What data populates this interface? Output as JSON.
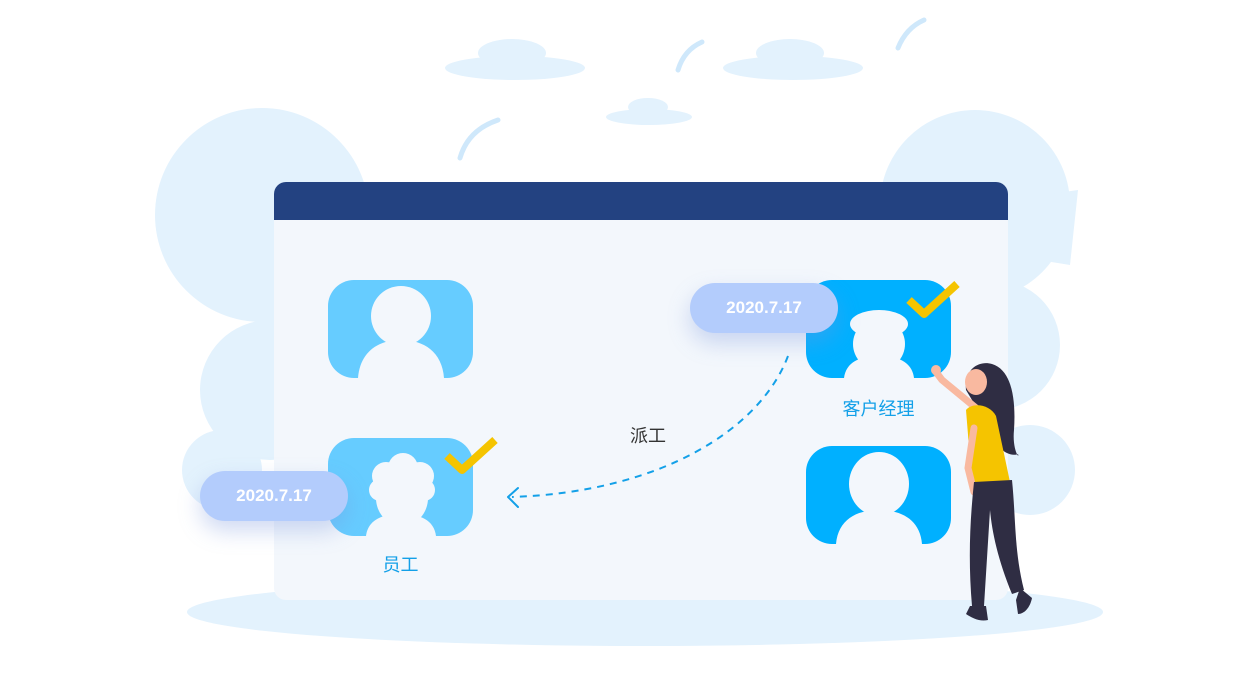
{
  "colors": {
    "titlebar": "#234281",
    "window_body": "#f3f7fc",
    "card_light": "#66ccff",
    "card_dark": "#00b0ff",
    "date_pill": "#b3ccfc",
    "check": "#f5c400",
    "label": "#13a0e8",
    "arrow": "#13a0e8",
    "decor": "#e3f2fd"
  },
  "employee": {
    "label": "员工",
    "date": "2020.7.17",
    "icon": "employee-avatar-icon"
  },
  "manager": {
    "label": "客户经理",
    "date": "2020.7.17",
    "icon": "manager-avatar-icon"
  },
  "dispatch": {
    "label": "派工"
  }
}
